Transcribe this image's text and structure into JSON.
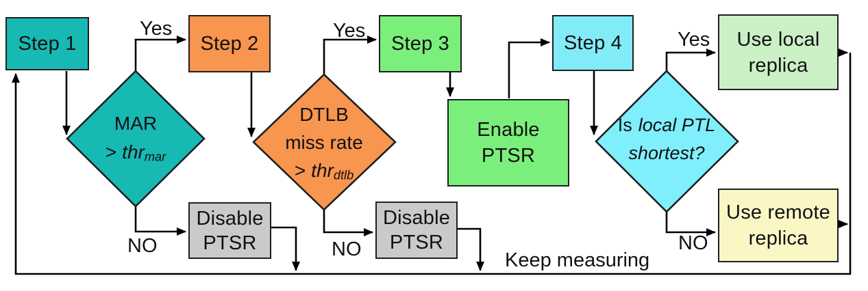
{
  "diagram": {
    "type": "flowchart",
    "description": "Adaptive PTSR decision flowchart with four steps, three decision diamonds and a keep-measuring feedback loop"
  },
  "colors": {
    "teal": "#17B9B3",
    "orange": "#F8954F",
    "green": "#7BEF7B",
    "cyan_box": "#82EBF8",
    "cyan_diamond": "#7FEFFC",
    "light_green": "#CBF0C6",
    "light_yellow": "#FAF7C5",
    "gray": "#CACACA",
    "line": "#000000",
    "border": "#1F1F1F"
  },
  "nodes": {
    "step1": {
      "label": "Step 1"
    },
    "step2": {
      "label": "Step 2"
    },
    "step3": {
      "label": "Step 3"
    },
    "step4": {
      "label": "Step 4"
    },
    "enable_ptsr": {
      "line1": "Enable",
      "line2": "PTSR"
    },
    "disable_ptsr_1": {
      "line1": "Disable",
      "line2": "PTSR"
    },
    "disable_ptsr_2": {
      "line1": "Disable",
      "line2": "PTSR"
    },
    "use_local_replica": {
      "line1": "Use local",
      "line2": "replica"
    },
    "use_remote_replica": {
      "line1": "Use remote",
      "line2": "replica"
    },
    "decision_mar": {
      "line1": "MAR",
      "operator": ">",
      "variable": "thr",
      "subscript": "mar"
    },
    "decision_dtlb": {
      "line1": "DTLB",
      "line2": "miss rate",
      "operator": ">",
      "variable": "thr",
      "subscript": "dtlb"
    },
    "decision_ptl": {
      "prefix": "Is",
      "italic1": "local PTL",
      "italic2": "shortest?"
    }
  },
  "labels": {
    "yes": "Yes",
    "no": "NO",
    "keep_measuring": "Keep measuring"
  }
}
